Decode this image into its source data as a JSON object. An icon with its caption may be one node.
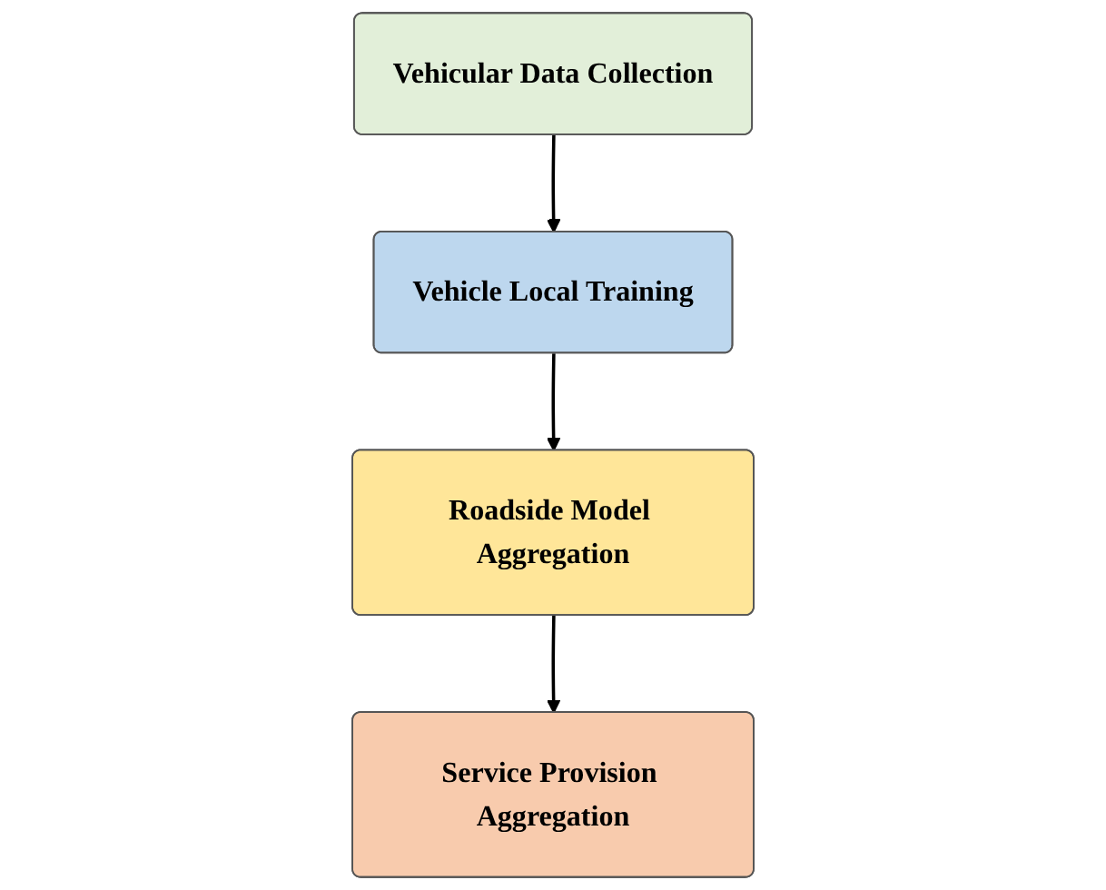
{
  "diagram": {
    "nodes": [
      {
        "text": [
          "Vehicular Data Collection"
        ]
      },
      {
        "text": [
          "Vehicle Local Training"
        ]
      },
      {
        "text": [
          "Roadside Model Aggregation"
        ]
      },
      {
        "text": [
          "Service Provision Aggregation"
        ]
      }
    ],
    "edges": [
      {
        "from": 0,
        "to": 1,
        "arrow": "to"
      },
      {
        "from": 1,
        "to": 2,
        "arrow": "to"
      },
      {
        "from": 2,
        "to": 3,
        "arrow": "to"
      }
    ]
  }
}
